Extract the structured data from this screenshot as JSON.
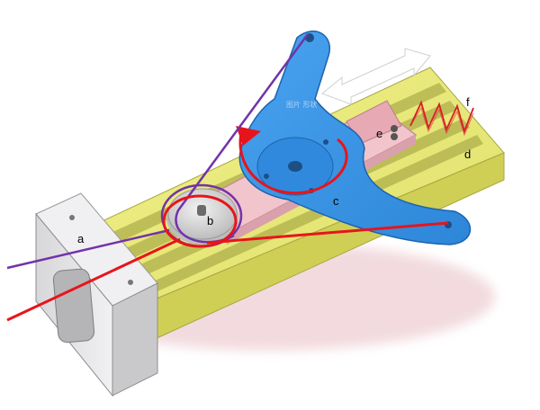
{
  "diagram": {
    "labels": {
      "a": "a",
      "b": "b",
      "c": "c",
      "d": "d",
      "e": "e",
      "f": "f"
    },
    "watermark": "图片 形状",
    "colors": {
      "rail": "#e9ea77",
      "rail_dark": "#c9c85a",
      "arm": "#3b95e6",
      "arm_dark": "#1f6fbf",
      "plate": "#f2c4cc",
      "bracket": "#e4e4e6",
      "wheel": "#d9d9d9",
      "red_path": "#e8141b",
      "purple_path": "#7233a8",
      "spring": "#d81e28",
      "arrow": "#ffffff"
    }
  }
}
